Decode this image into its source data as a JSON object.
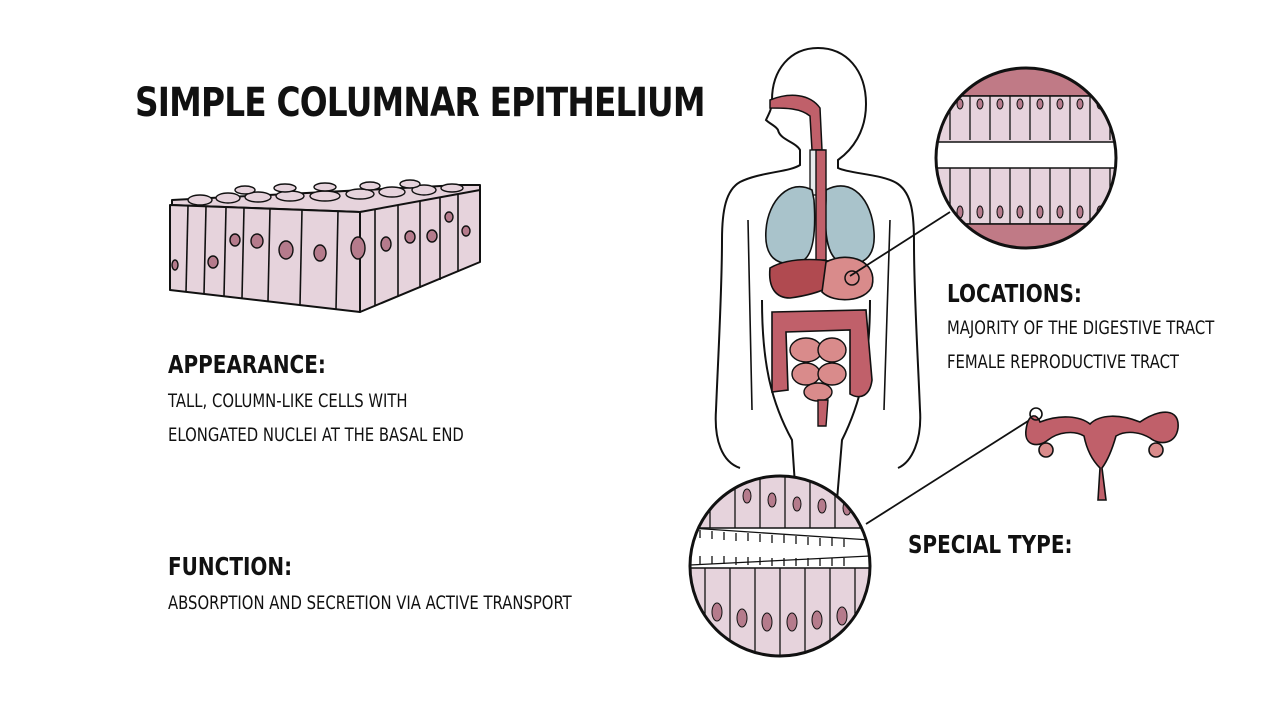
{
  "title": "SIMPLE COLUMNAR EPITHELIUM",
  "appearance": {
    "heading": "APPEARANCE:",
    "lines": [
      "TALL, COLUMN-LIKE CELLS WITH",
      "ELONGATED NUCLEI AT THE BASAL END"
    ]
  },
  "function": {
    "heading": "FUNCTION:",
    "lines": [
      "ABSORPTION AND SECRETION VIA ACTIVE TRANSPORT"
    ]
  },
  "locations": {
    "heading": "LOCATIONS:",
    "lines": [
      "MAJORITY OF THE DIGESTIVE TRACT",
      "FEMALE REPRODUCTIVE TRACT"
    ]
  },
  "special_type": {
    "heading": "SPECIAL TYPE:"
  },
  "colors": {
    "cell_fill": "#e6d3dc",
    "nucleus": "#b57b8c",
    "organ_red": "#c0606a",
    "organ_pink": "#d98b8b",
    "lung_blue": "#a9c3cb",
    "outline": "#111111"
  },
  "icons": [
    "tissue-block-illustration",
    "human-body-icon",
    "magnified-circle-icon",
    "uterus-icon"
  ]
}
